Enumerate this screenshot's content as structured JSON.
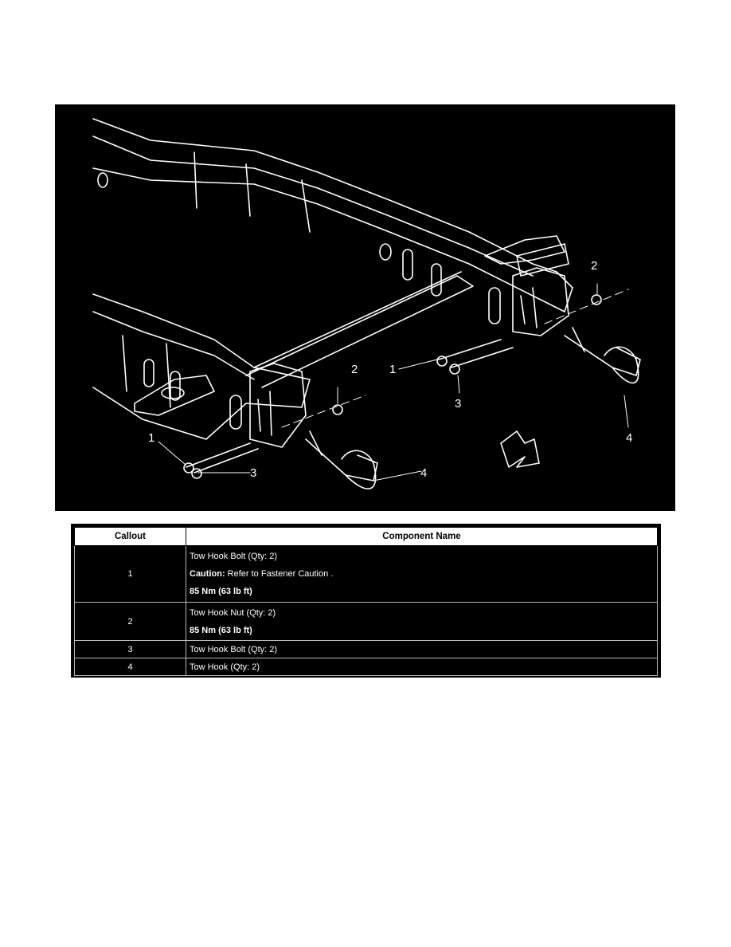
{
  "figure": {
    "callouts": [
      "1",
      "2",
      "3",
      "4",
      "1",
      "2",
      "3",
      "4"
    ]
  },
  "table": {
    "headers": [
      "Callout",
      "Component Name"
    ],
    "rows": [
      {
        "callout": "1",
        "lines": [
          {
            "text": "Tow Hook Bolt (Qty: 2)"
          },
          {
            "bold": "Caution:",
            "text": " Refer to Fastener Caution ."
          },
          {
            "bold": "85 Nm (63 lb ft)"
          }
        ]
      },
      {
        "callout": "2",
        "lines": [
          {
            "text": "Tow Hook Nut (Qty: 2)"
          },
          {
            "bold": "85 Nm (63 lb ft)"
          }
        ]
      },
      {
        "callout": "3",
        "lines": [
          {
            "text": "Tow Hook Bolt (Qty: 2)"
          }
        ]
      },
      {
        "callout": "4",
        "lines": [
          {
            "text": "Tow Hook (Qty: 2)"
          }
        ]
      }
    ]
  }
}
